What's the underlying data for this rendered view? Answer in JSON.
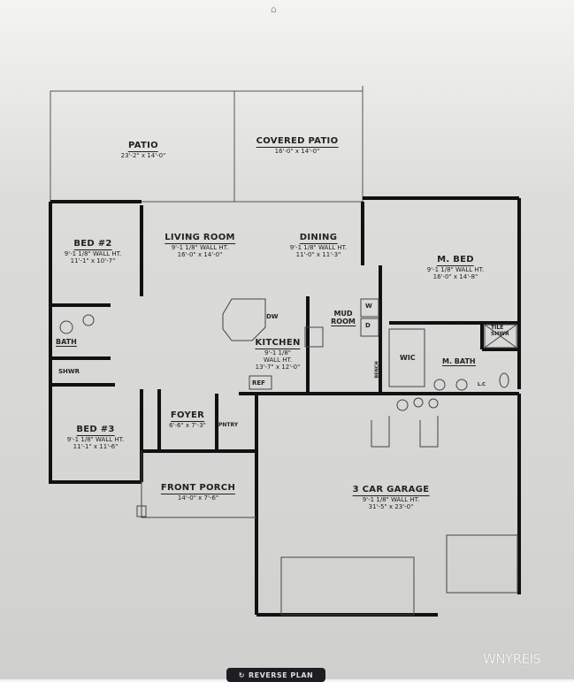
{
  "rooms": {
    "patio": {
      "name": "PATIO",
      "dim": "23'-2\" x 14'-0\""
    },
    "covered_patio": {
      "name": "COVERED PATIO",
      "dim": "16'-0\" x 14'-0\""
    },
    "bed2": {
      "name": "BED #2",
      "height": "9'-1 1/8\" WALL HT.",
      "dim": "11'-1\" x 10'-7\""
    },
    "living": {
      "name": "LIVING ROOM",
      "height": "9'-1 1/8\" WALL HT.",
      "dim": "16'-0\" x 14'-0\""
    },
    "dining": {
      "name": "DINING",
      "height": "9'-1 1/8\" WALL HT.",
      "dim": "11'-0\" x 11'-3\""
    },
    "mbed": {
      "name": "M. BED",
      "height": "9'-1 1/8\" WALL HT.",
      "dim": "16'-0\" x 14'-8\""
    },
    "kitchen": {
      "name": "KITCHEN",
      "height": "9'-1 1/8\"",
      "height2": "WALL HT.",
      "dim": "13'-7\" x 12'-0\""
    },
    "mud": {
      "name": "MUD",
      "name2": "ROOM"
    },
    "bath": {
      "name": "BATH"
    },
    "shwr": {
      "name": "SHWR"
    },
    "wic": {
      "name": "WIC"
    },
    "mbath": {
      "name": "M. BATH"
    },
    "tile": {
      "name": "TILE",
      "name2": "SHWR"
    },
    "bed3": {
      "name": "BED #3",
      "height": "9'-1 1/8\" WALL HT.",
      "dim": "11'-1\" x 11'-6\""
    },
    "foyer": {
      "name": "FOYER",
      "dim": "6'-6\" x 7'-3\""
    },
    "pantry": {
      "name": "PNTRY"
    },
    "porch": {
      "name": "FRONT PORCH",
      "dim": "14'-0\" x 7'-6\""
    },
    "garage": {
      "name": "3 CAR GARAGE",
      "height": "9'-1 1/8\" WALL HT.",
      "dim": "31'-5\" x 23'-0\""
    }
  },
  "fixtures": {
    "dw": "DW",
    "ref": "REF",
    "bench": "BENCH",
    "w": "W",
    "d": "D",
    "lc": "L.C"
  },
  "button": {
    "label": "REVERSE PLAN",
    "icon": "refresh-icon"
  },
  "watermark": "WNYREIS"
}
